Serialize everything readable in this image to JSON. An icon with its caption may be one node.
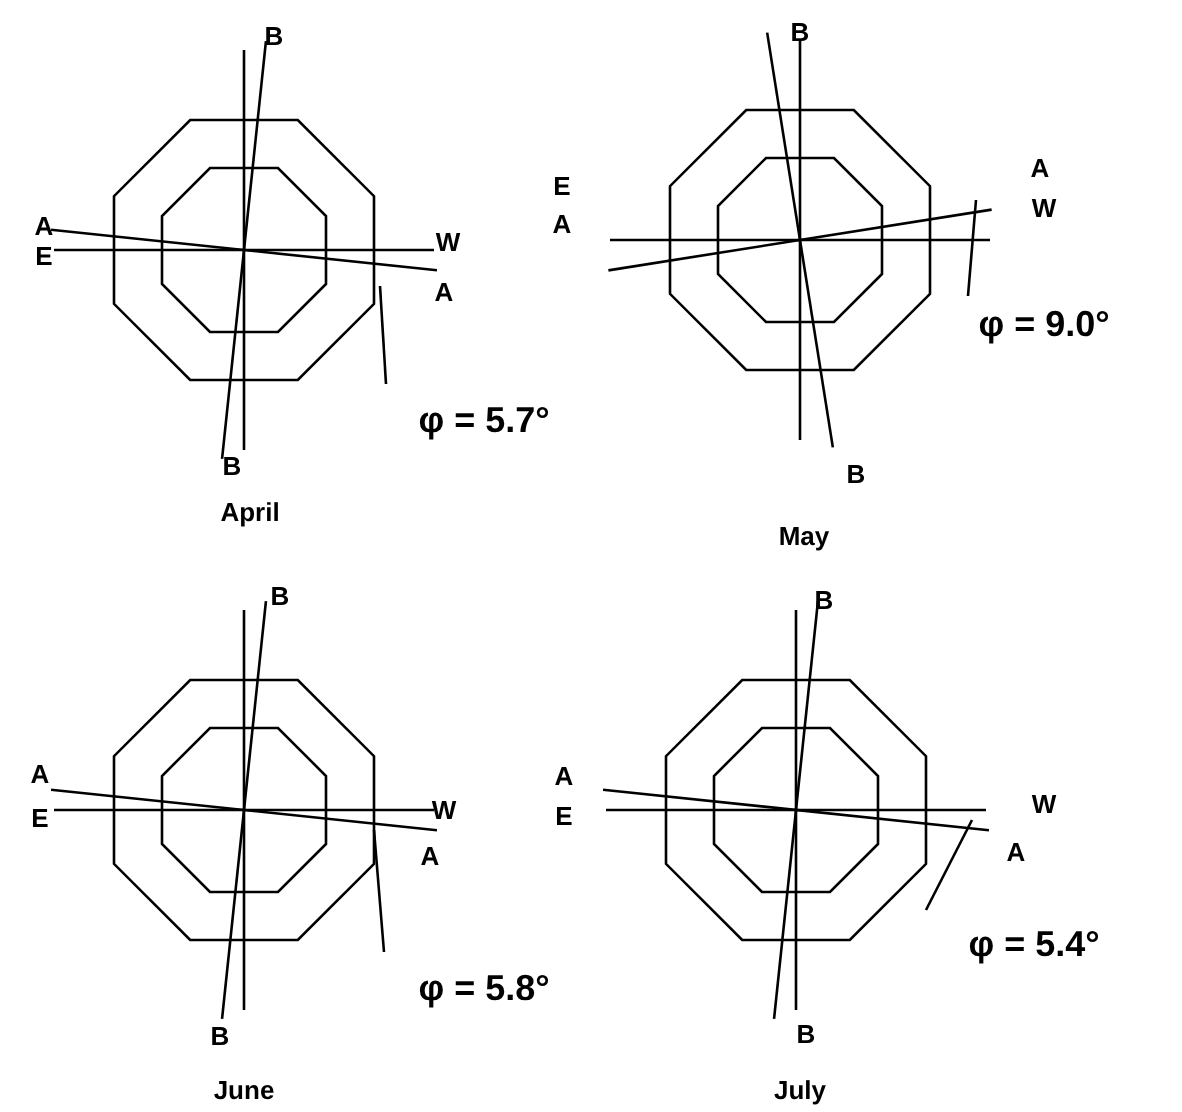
{
  "diagram": {
    "nodes": [
      {
        "text": [
          "φ = 5.7°"
        ]
      },
      {
        "text": [
          "φ = 9.0°"
        ]
      },
      {
        "text": [
          "φ = 5.8°"
        ]
      },
      {
        "text": [
          "φ = 5.4°"
        ]
      }
    ],
    "edges": [
      {
        "from": 0,
        "to": null,
        "arrow": "none"
      },
      {
        "from": 1,
        "to": null,
        "arrow": "none"
      },
      {
        "from": 2,
        "to": null,
        "arrow": "none"
      },
      {
        "from": 3,
        "to": null,
        "arrow": "none"
      }
    ],
    "labels": [
      "B",
      "A",
      "E",
      "W",
      "A",
      "B",
      "April",
      "B",
      "A",
      "E",
      "W",
      "A",
      "B",
      "May",
      "B",
      "A",
      "E",
      "W",
      "A",
      "B",
      "June",
      "B",
      "A",
      "E",
      "W",
      "A",
      "B",
      "July"
    ]
  }
}
